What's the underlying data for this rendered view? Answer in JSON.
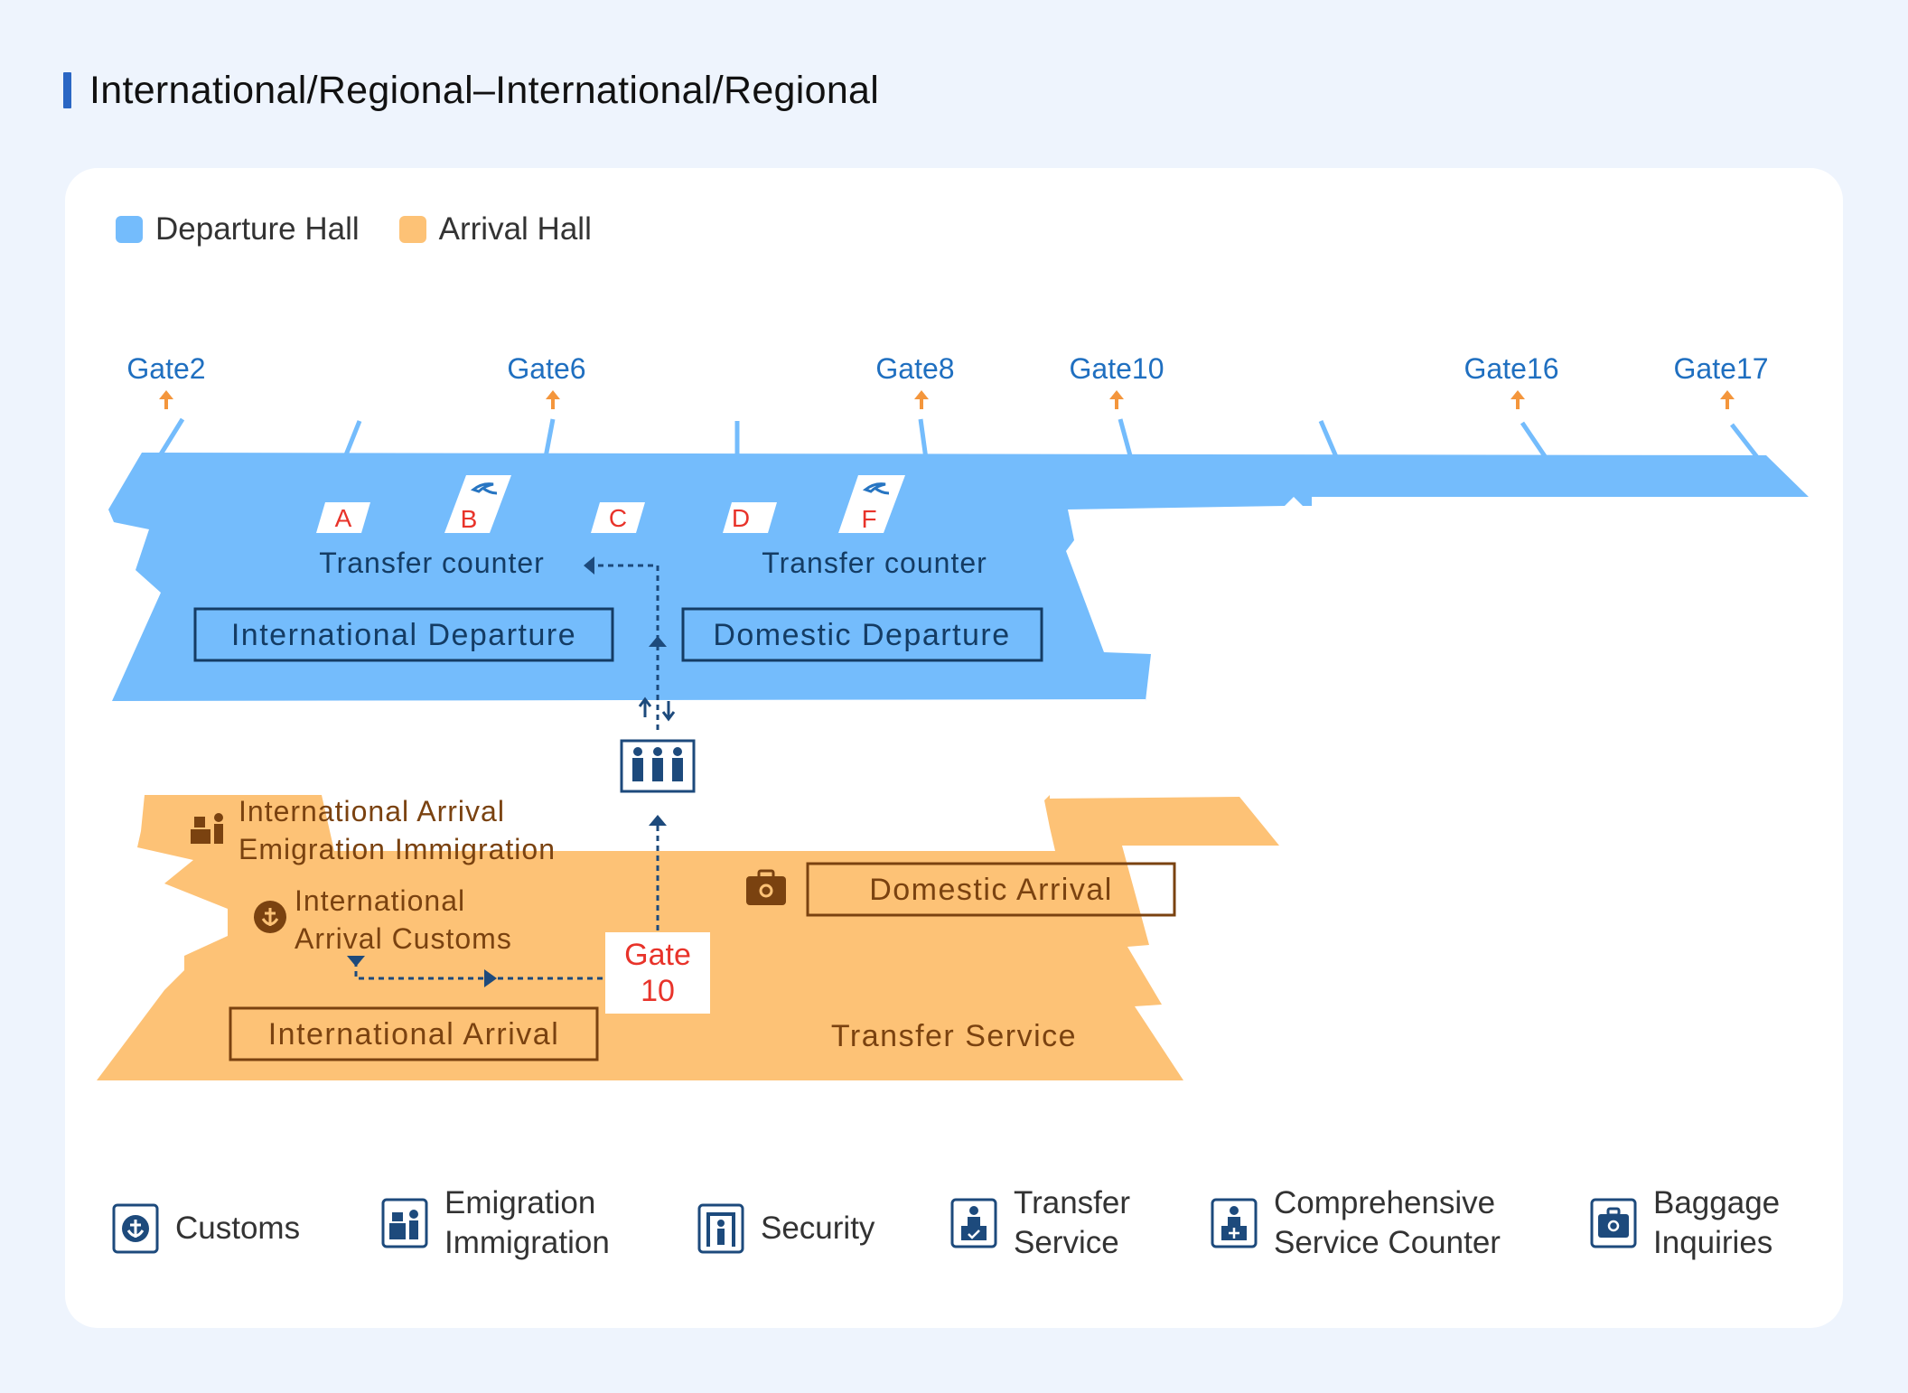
{
  "page": {
    "title": "International/Regional–International/Regional"
  },
  "legend": {
    "departure": "Departure Hall",
    "arrival": "Arrival Hall",
    "departure_color": "#74bcfc",
    "arrival_color": "#fdc276"
  },
  "gates": [
    "Gate2",
    "Gate6",
    "Gate8",
    "Gate10",
    "Gate16",
    "Gate17"
  ],
  "counters": [
    "A",
    "B",
    "C",
    "D",
    "F"
  ],
  "departure": {
    "transfer_counter_left": "Transfer counter",
    "transfer_counter_right": "Transfer counter",
    "international": "International Departure",
    "domestic": "Domestic Departure"
  },
  "arrival": {
    "immigration_line1": "International Arrival",
    "immigration_line2": "Emigration Immigration",
    "customs_line1": "International",
    "customs_line2": "Arrival Customs",
    "international": "International Arrival",
    "domestic": "Domestic Arrival",
    "transfer_service": "Transfer Service",
    "gate_line1": "Gate",
    "gate_line2": "10"
  },
  "colors": {
    "gate_text": "#1f6fc0",
    "arrow": "#f4963c",
    "counter_text": "#e8332a",
    "dep_label": "#143c64",
    "arr_label": "#7a4210",
    "icon": "#1d4a7c"
  },
  "icon_legend": [
    {
      "icon": "customs-icon",
      "label": "Customs"
    },
    {
      "icon": "emigration-immigration-icon",
      "label": "Emigration\nImmigration"
    },
    {
      "icon": "security-icon",
      "label": "Security"
    },
    {
      "icon": "transfer-service-icon",
      "label": "Transfer\nService"
    },
    {
      "icon": "service-counter-icon",
      "label": "Comprehensive\nService Counter"
    },
    {
      "icon": "baggage-inquiries-icon",
      "label": "Baggage\nInquiries"
    }
  ]
}
